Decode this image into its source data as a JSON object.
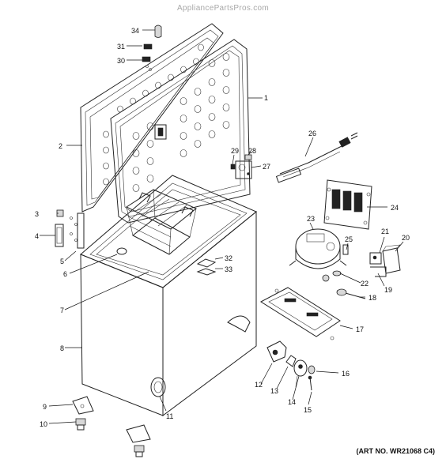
{
  "watermark": "AppliancePartsPros.com",
  "art_number": "(ART NO. WR21068 C4)",
  "callouts": [
    {
      "id": "c1",
      "text": "1"
    },
    {
      "id": "c2",
      "text": "2"
    },
    {
      "id": "c3",
      "text": "3"
    },
    {
      "id": "c4",
      "text": "4"
    },
    {
      "id": "c5",
      "text": "5"
    },
    {
      "id": "c6",
      "text": "6"
    },
    {
      "id": "c7",
      "text": "7"
    },
    {
      "id": "c8",
      "text": "8"
    },
    {
      "id": "c9",
      "text": "9"
    },
    {
      "id": "c10",
      "text": "10"
    },
    {
      "id": "c11",
      "text": "11"
    },
    {
      "id": "c12",
      "text": "12"
    },
    {
      "id": "c13",
      "text": "13"
    },
    {
      "id": "c14",
      "text": "14"
    },
    {
      "id": "c15",
      "text": "15"
    },
    {
      "id": "c16",
      "text": "16"
    },
    {
      "id": "c17",
      "text": "17"
    },
    {
      "id": "c18",
      "text": "18"
    },
    {
      "id": "c19",
      "text": "19"
    },
    {
      "id": "c20",
      "text": "20"
    },
    {
      "id": "c21",
      "text": "21"
    },
    {
      "id": "c22",
      "text": "22"
    },
    {
      "id": "c23",
      "text": "23"
    },
    {
      "id": "c24",
      "text": "24"
    },
    {
      "id": "c25",
      "text": "25"
    },
    {
      "id": "c26",
      "text": "26"
    },
    {
      "id": "c27",
      "text": "27"
    },
    {
      "id": "c28",
      "text": "28"
    },
    {
      "id": "c29",
      "text": "29"
    },
    {
      "id": "c30",
      "text": "30"
    },
    {
      "id": "c31",
      "text": "31"
    },
    {
      "id": "c32",
      "text": "32"
    },
    {
      "id": "c33",
      "text": "33"
    },
    {
      "id": "c34",
      "text": "34"
    }
  ]
}
